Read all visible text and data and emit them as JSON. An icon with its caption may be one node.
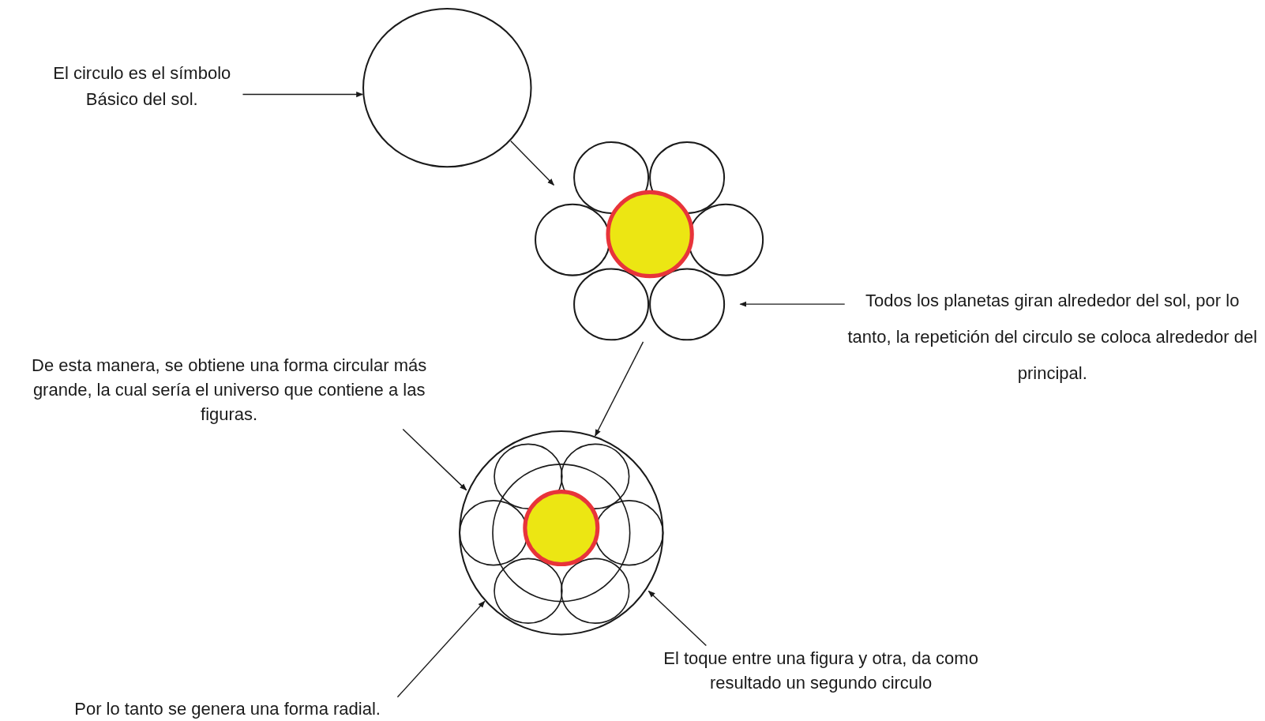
{
  "diagram": {
    "nodes": [
      {
        "text": [
          "El circulo es el símbolo Básico del sol."
        ]
      },
      {
        "text": [],
        "shape": "circle"
      },
      {
        "text": [],
        "shape": "picture"
      },
      {
        "text": [
          "Todos los planetas giran alrededor del sol, por lo tanto, la repetición del circulo se coloca alrededor del principal."
        ]
      },
      {
        "text": [
          "De esta manera, se obtiene una forma circular más grande, la cual sería el universo que contiene a las figuras."
        ]
      },
      {
        "text": [],
        "shape": "picture"
      },
      {
        "text": [
          "El toque entre una figura y otra,  da como resultado un segundo circulo"
        ]
      },
      {
        "text": [
          "Por lo tanto se genera una forma radial."
        ]
      }
    ],
    "edges": [
      {
        "from": 0,
        "to": 1,
        "arrow": "to"
      },
      {
        "from": 1,
        "to": 2,
        "arrow": "to"
      },
      {
        "from": 3,
        "to": 2,
        "arrow": "to"
      },
      {
        "from": 2,
        "to": 5,
        "arrow": "to"
      },
      {
        "from": 4,
        "to": 5,
        "arrow": "to"
      },
      {
        "from": 6,
        "to": 5,
        "arrow": "to"
      },
      {
        "from": 7,
        "to": 5,
        "arrow": "to"
      }
    ]
  }
}
